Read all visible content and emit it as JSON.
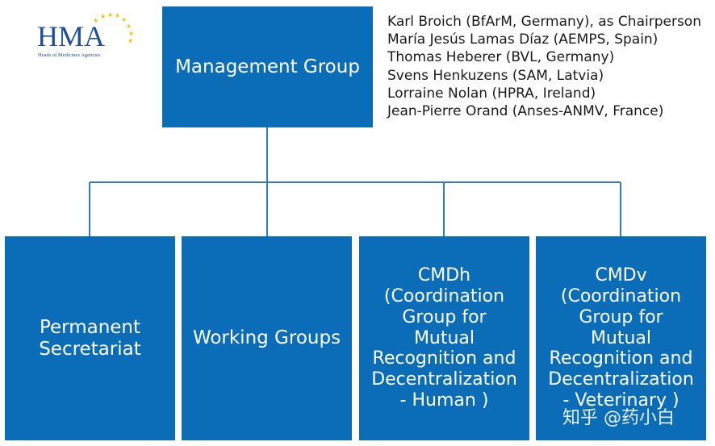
{
  "logo": {
    "text": "HMA",
    "subtitle": "Heads of Medicines Agencies"
  },
  "management_group": {
    "label": "Management Group",
    "members": [
      "Karl Broich (BfArM, Germany), as Chairperson",
      "María Jesús Lamas Díaz (AEMPS, Spain)",
      "Thomas Heberer (BVL, Germany)",
      "Svens Henkuzens (SAM, Latvia)",
      "Lorraine Nolan (HPRA, Ireland)",
      "Jean-Pierre Orand (Anses-ANMV, France)"
    ]
  },
  "subgroups": {
    "permanent_secretariat": "Permanent\nSecretariat",
    "working_groups": "Working Groups",
    "cmdh": "CMDh\n(Coordination\nGroup for\nMutual\nRecognition and\nDecentralization\n- Human )",
    "cmdv": "CMDv\n(Coordination\nGroup for\nMutual\nRecognition and\nDecentralization\n- Veterinary )"
  },
  "watermark": "知乎 @药小白",
  "colors": {
    "box_fill": "#0B6DB8",
    "line": "#2F7BBF",
    "star": "#F2C200",
    "logo_text": "#1F4E9A"
  }
}
